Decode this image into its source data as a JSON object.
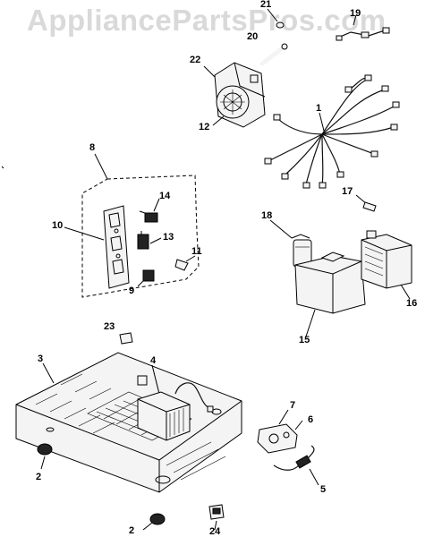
{
  "watermark": "AppliancePartsPros.com",
  "callouts": {
    "c1": "1",
    "c2a": "2",
    "c2b": "2",
    "c3": "3",
    "c4": "4",
    "c5": "5",
    "c6": "6",
    "c7": "7",
    "c8": "8",
    "c9": "9",
    "c10": "10",
    "c11": "11",
    "c12": "12",
    "c13": "13",
    "c14": "14",
    "c15": "15",
    "c16": "16",
    "c17": "17",
    "c18": "18",
    "c19": "19",
    "c20": "20",
    "c21": "21",
    "c22": "22",
    "c23": "23",
    "c24": "24"
  }
}
